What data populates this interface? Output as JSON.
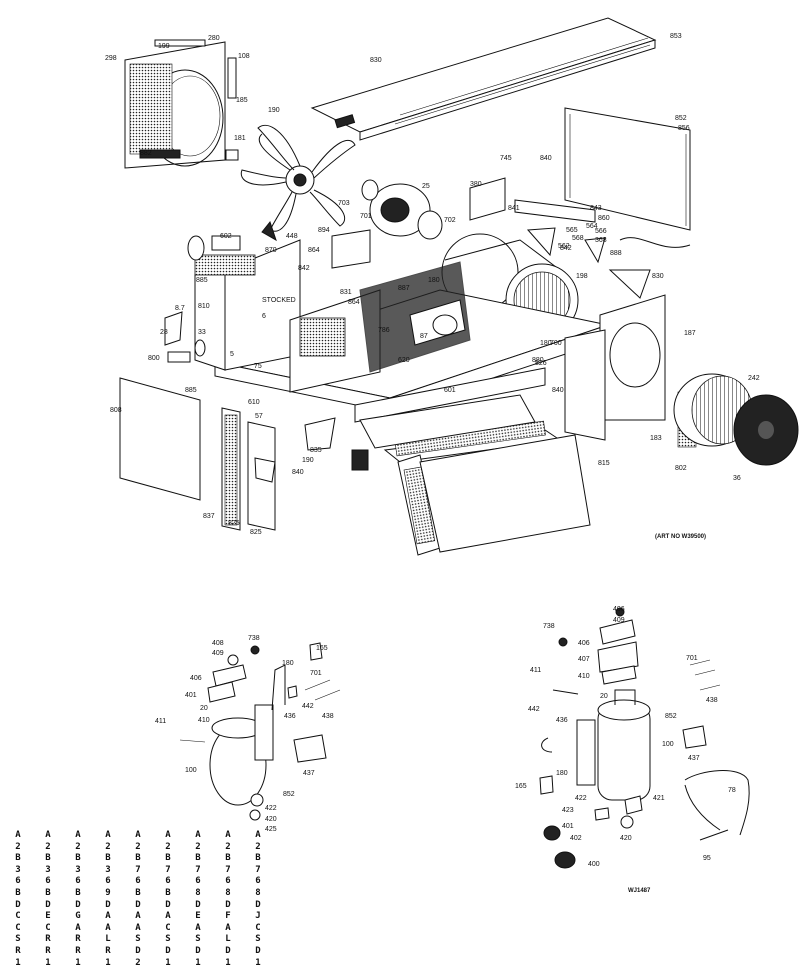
{
  "art_no": "(ART NO W39500)",
  "ref_code": "WJ1487",
  "labels": {
    "top": [
      "199",
      "280",
      "298",
      "108",
      "830",
      "853",
      "185",
      "190",
      "181",
      "852",
      "856",
      "840",
      "882",
      "745",
      "25",
      "703",
      "701",
      "702",
      "380",
      "841",
      "843",
      "566",
      "368",
      "842",
      "860",
      "602",
      "885",
      "448",
      "864",
      "894",
      "888",
      "810",
      "8.7",
      "5",
      "6",
      "831",
      "864",
      "887",
      "786",
      "620",
      "198",
      "700",
      "830",
      "187",
      "242",
      "870",
      "815",
      "180",
      "601",
      "880",
      "840",
      "885",
      "57",
      "180",
      "36",
      "808",
      "837",
      "825",
      "825",
      "190",
      "183",
      "802",
      "28",
      "33",
      "840",
      "87",
      "75",
      "610",
      "800",
      "826",
      "842",
      "835",
      "564",
      "562",
      "565",
      "568"
    ],
    "stocked": "STOCKED",
    "left_assembly": [
      "408",
      "409",
      "738",
      "165",
      "406",
      "401",
      "20",
      "410",
      "411",
      "100",
      "180",
      "701",
      "442",
      "436",
      "438",
      "437",
      "852",
      "422",
      "420",
      "425"
    ],
    "right_assembly": [
      "406",
      "409",
      "738",
      "406",
      "407",
      "410",
      "701",
      "411",
      "20",
      "442",
      "436",
      "852",
      "438",
      "100",
      "437",
      "180",
      "165",
      "422",
      "423",
      "401",
      "402",
      "420",
      "421",
      "78",
      "400",
      "95"
    ]
  },
  "model_numbers": [
    [
      "A",
      "2",
      "B",
      "3",
      "6",
      "B",
      "D",
      "C",
      "C",
      "S",
      "R",
      "1"
    ],
    [
      "A",
      "2",
      "B",
      "3",
      "6",
      "B",
      "D",
      "E",
      "C",
      "R",
      "R",
      "1"
    ],
    [
      "A",
      "2",
      "B",
      "3",
      "6",
      "B",
      "D",
      "G",
      "A",
      "R",
      "R",
      "1"
    ],
    [
      "A",
      "2",
      "B",
      "3",
      "6",
      "9",
      "D",
      "A",
      "A",
      "L",
      "R",
      "1"
    ],
    [
      "A",
      "2",
      "B",
      "7",
      "6",
      "B",
      "D",
      "A",
      "A",
      "S",
      "D",
      "2"
    ],
    [
      "A",
      "2",
      "B",
      "7",
      "6",
      "B",
      "D",
      "A",
      "C",
      "S",
      "D",
      "1"
    ],
    [
      "A",
      "2",
      "B",
      "7",
      "6",
      "8",
      "D",
      "E",
      "A",
      "S",
      "D",
      "1"
    ],
    [
      "A",
      "2",
      "B",
      "7",
      "6",
      "8",
      "D",
      "F",
      "A",
      "L",
      "D",
      "1"
    ],
    [
      "A",
      "2",
      "B",
      "7",
      "6",
      "8",
      "D",
      "J",
      "C",
      "S",
      "D",
      "1"
    ]
  ]
}
